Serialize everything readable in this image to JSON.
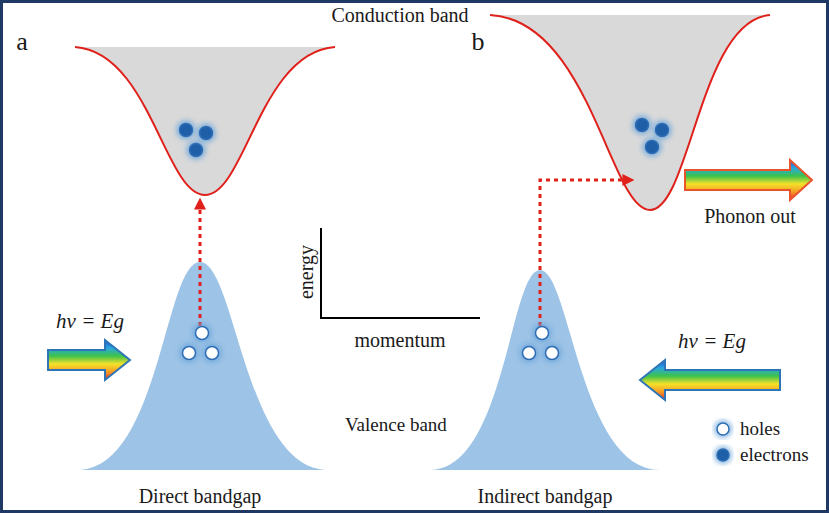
{
  "diagram": {
    "labels": [
      "a",
      "b",
      "Conduction band",
      "hν = Eg",
      "hν = Eg",
      "energy",
      "momentum",
      "Phonon out",
      "Valence band",
      "Direct bandgap",
      "Indirect bandgap"
    ],
    "legend": [
      {
        "text": "holes"
      },
      {
        "text": "electrons"
      }
    ]
  }
}
